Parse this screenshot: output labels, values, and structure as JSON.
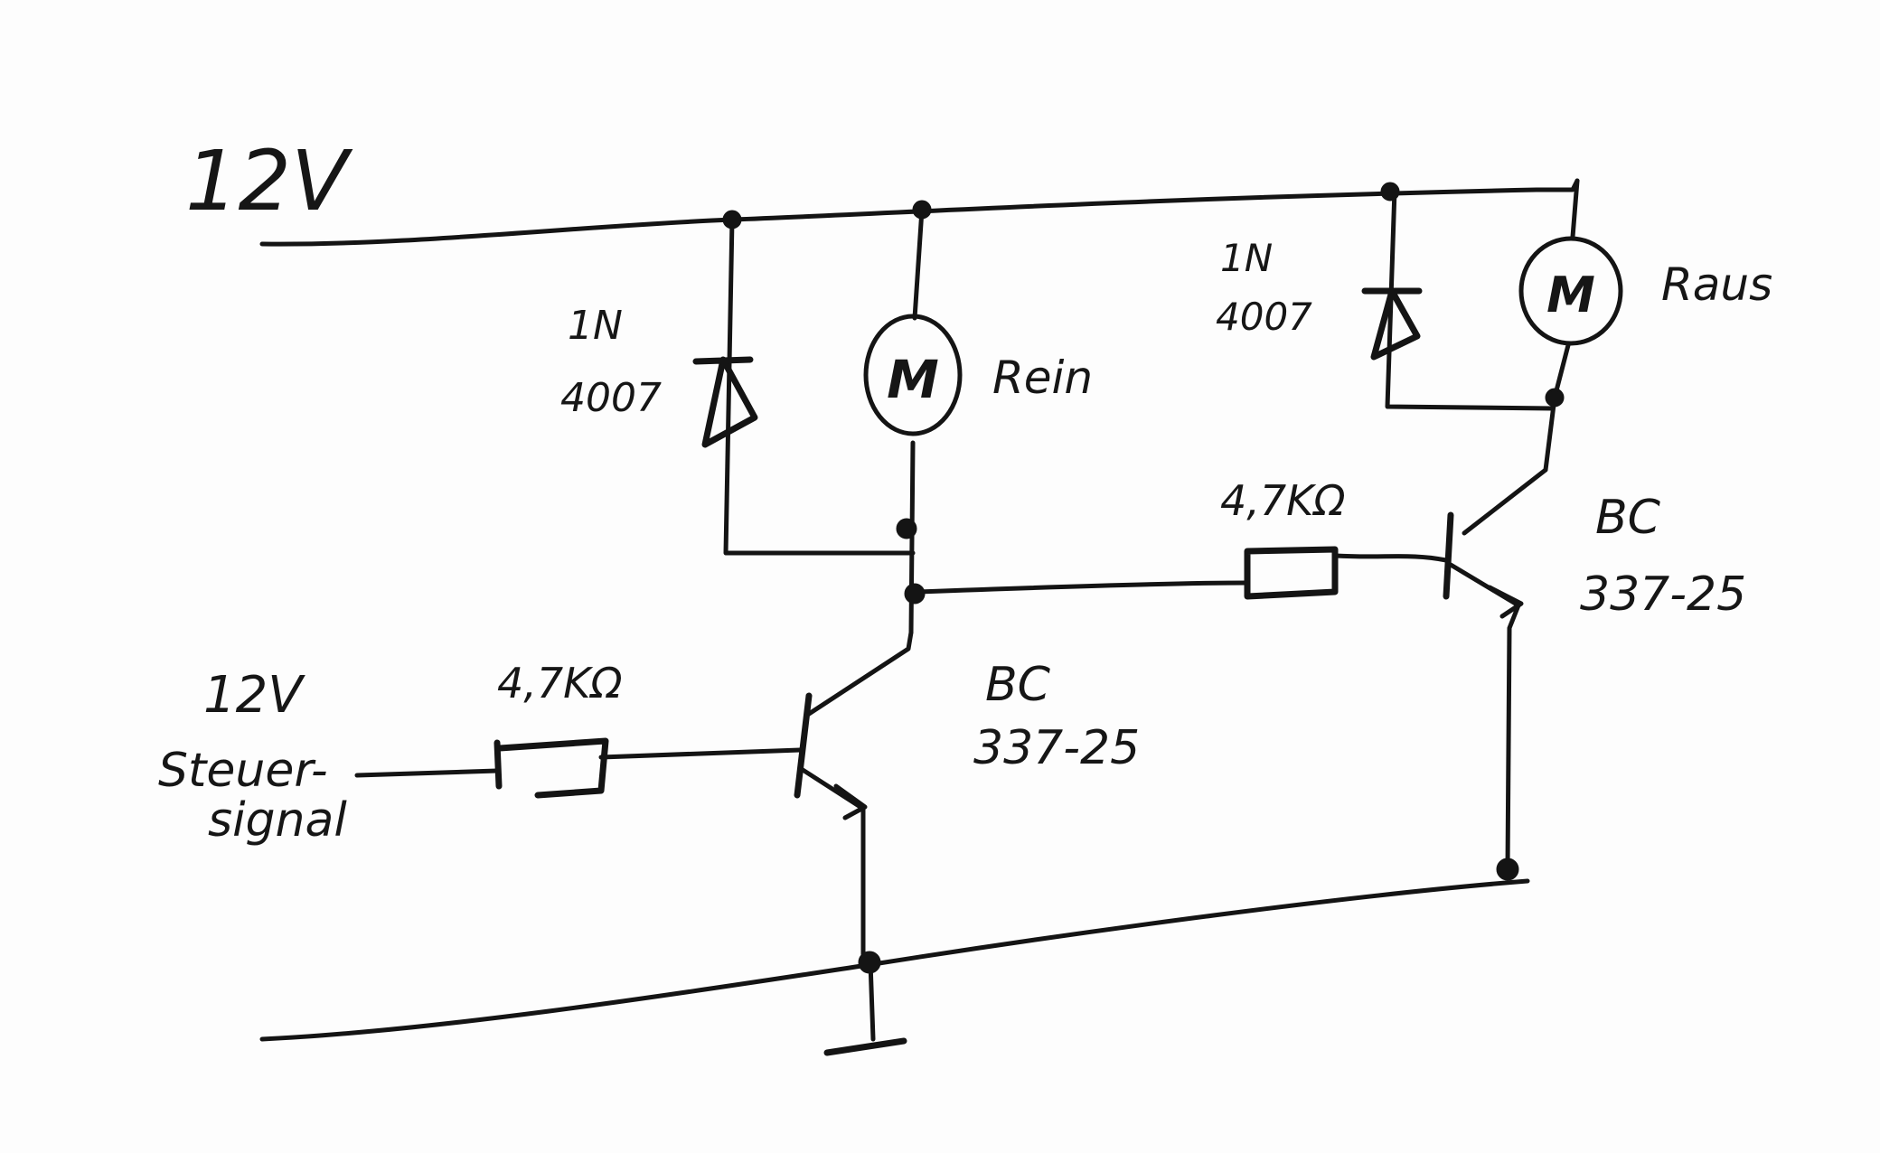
{
  "diagram": {
    "supply_label": "12V",
    "left_diode": {
      "line1": "1N",
      "line2": "4007"
    },
    "right_diode": {
      "line1": "1N",
      "line2": "4007"
    },
    "left_motor": {
      "symbol": "M",
      "label": "Rein"
    },
    "right_motor": {
      "symbol": "M",
      "label": "Raus"
    },
    "left_transistor": {
      "line1": "BC",
      "line2": "337-25"
    },
    "right_transistor": {
      "line1": "BC",
      "line2": "337-25"
    },
    "input_resistor": {
      "label": "4,7KΩ"
    },
    "mid_resistor": {
      "label": "4,7KΩ"
    },
    "control": {
      "voltage": "12V",
      "line1": "Steuer-",
      "line2": "signal"
    }
  }
}
